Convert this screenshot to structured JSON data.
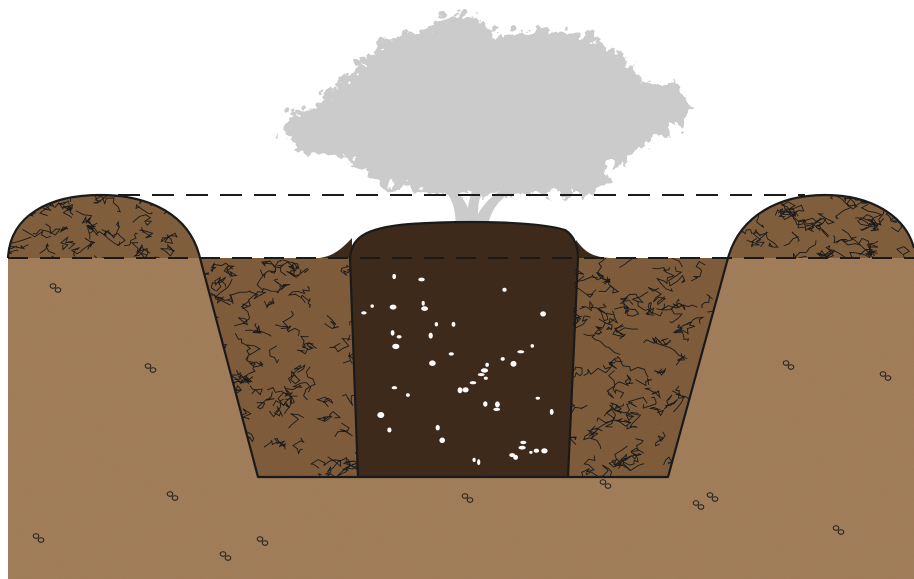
{
  "diagram": {
    "labels": [],
    "colors": {
      "background": "#ffffff",
      "native_soil": "#a57f5b",
      "berm_soil": "#7e5a38",
      "backfill": "#7b5634",
      "root_ball": "#3e2a1b",
      "tree_silhouette": "#cbcbcb",
      "outline": "#1a1a1a",
      "speckle": "#ffffff"
    },
    "layers": [
      {
        "id": "tree",
        "icon": "tree-canopy-icon"
      },
      {
        "id": "root_ball",
        "icon": "root-ball-icon"
      },
      {
        "id": "backfill",
        "icon": "backfill-texture-icon"
      },
      {
        "id": "berm",
        "icon": "soil-berm-icon"
      },
      {
        "id": "native_soil",
        "icon": "native-soil-icon"
      },
      {
        "id": "grade_line",
        "icon": "dashed-line-icon"
      }
    ]
  }
}
